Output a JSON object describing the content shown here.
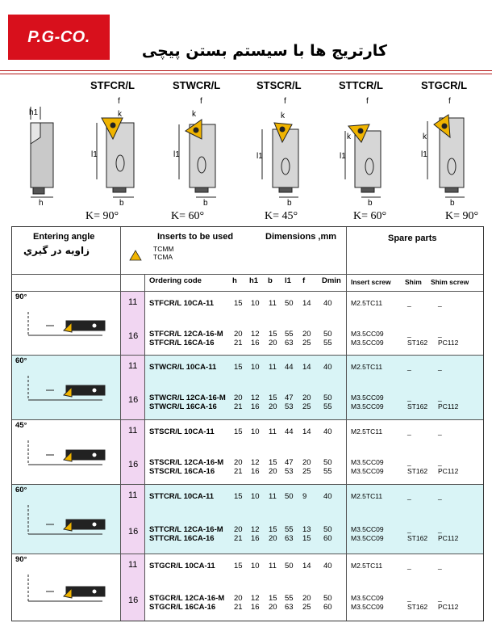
{
  "logo": "P.G-CO.",
  "title": "کارتریج ها با سیستم بستن پیچی",
  "holders": [
    {
      "name": "STFCR/L",
      "angle": "K= 90°"
    },
    {
      "name": "STWCR/L",
      "angle": "K= 60°"
    },
    {
      "name": "STSCR/L",
      "angle": "K= 45°"
    },
    {
      "name": "STTCR/L",
      "angle": "K= 60°"
    },
    {
      "name": "STGCR/L",
      "angle": "K= 90°"
    }
  ],
  "dim_labels": {
    "h1": "h1",
    "h": "h",
    "b": "b",
    "f": "f",
    "k": "k",
    "l1": "l1"
  },
  "table": {
    "entering_angle": "Entering angle",
    "entering_angle_fa": "زاويه در گيري",
    "inserts_label": "Inserts to be used",
    "insert_types": [
      "TCMM",
      "TCMA"
    ],
    "dimensions_label": "Dimensions ,mm",
    "spare_label": "Spare parts",
    "headers": {
      "code": "Ordering code",
      "h": "h",
      "h1": "h1",
      "b": "b",
      "l1": "l1",
      "f": "f",
      "dmin": "Dmin",
      "screw": "Insert screw",
      "shim": "Shim",
      "shim_screw": "Shim screw"
    },
    "groups": [
      {
        "angle": "90°",
        "rows": [
          {
            "size": "11",
            "codes": [
              "STFCR/L  10CA-11"
            ],
            "h": [
              "15"
            ],
            "h1": [
              "10"
            ],
            "b": [
              "11"
            ],
            "l1": [
              "50"
            ],
            "f": [
              "14"
            ],
            "dmin": [
              "40"
            ],
            "screw": [
              "M2.5TC11"
            ],
            "shim": [
              "_"
            ],
            "shim_screw": [
              "_"
            ]
          },
          {
            "size": "16",
            "codes": [
              "STFCR/L  12CA-16-M",
              "STFCR/L  16CA-16"
            ],
            "h": [
              "20",
              "21"
            ],
            "h1": [
              "12",
              "16"
            ],
            "b": [
              "15",
              "20"
            ],
            "l1": [
              "55",
              "63"
            ],
            "f": [
              "20",
              "25"
            ],
            "dmin": [
              "50",
              "55"
            ],
            "screw": [
              "M3.5CC09",
              "M3.5CC09"
            ],
            "shim": [
              "_",
              "ST162"
            ],
            "shim_screw": [
              "_",
              "PC112"
            ]
          }
        ]
      },
      {
        "angle": "60°",
        "rows": [
          {
            "size": "11",
            "codes": [
              "STWCR/L  10CA-11"
            ],
            "h": [
              "15"
            ],
            "h1": [
              "10"
            ],
            "b": [
              "11"
            ],
            "l1": [
              "44"
            ],
            "f": [
              "14"
            ],
            "dmin": [
              "40"
            ],
            "screw": [
              "M2.5TC11"
            ],
            "shim": [
              "_"
            ],
            "shim_screw": [
              "_"
            ]
          },
          {
            "size": "16",
            "codes": [
              "STWCR/L  12CA-16-M",
              "STWCR/L  16CA-16"
            ],
            "h": [
              "20",
              "21"
            ],
            "h1": [
              "12",
              "16"
            ],
            "b": [
              "15",
              "20"
            ],
            "l1": [
              "47",
              "53"
            ],
            "f": [
              "20",
              "25"
            ],
            "dmin": [
              "50",
              "55"
            ],
            "screw": [
              "M3.5CC09",
              "M3.5CC09"
            ],
            "shim": [
              "_",
              "ST162"
            ],
            "shim_screw": [
              "_",
              "PC112"
            ]
          }
        ]
      },
      {
        "angle": "45°",
        "rows": [
          {
            "size": "11",
            "codes": [
              "STSCR/L  10CA-11"
            ],
            "h": [
              "15"
            ],
            "h1": [
              "10"
            ],
            "b": [
              "11"
            ],
            "l1": [
              "44"
            ],
            "f": [
              "14"
            ],
            "dmin": [
              "40"
            ],
            "screw": [
              "M2.5TC11"
            ],
            "shim": [
              "_"
            ],
            "shim_screw": [
              "_"
            ]
          },
          {
            "size": "16",
            "codes": [
              "STSCR/L  12CA-16-M",
              "STSCR/L  16CA-16"
            ],
            "h": [
              "20",
              "21"
            ],
            "h1": [
              "12",
              "16"
            ],
            "b": [
              "15",
              "20"
            ],
            "l1": [
              "47",
              "53"
            ],
            "f": [
              "20",
              "25"
            ],
            "dmin": [
              "50",
              "55"
            ],
            "screw": [
              "M3.5CC09",
              "M3.5CC09"
            ],
            "shim": [
              "_",
              "ST162"
            ],
            "shim_screw": [
              "_",
              "PC112"
            ]
          }
        ]
      },
      {
        "angle": "60°",
        "rows": [
          {
            "size": "11",
            "codes": [
              "STTCR/L  10CA-11"
            ],
            "h": [
              "15"
            ],
            "h1": [
              "10"
            ],
            "b": [
              "11"
            ],
            "l1": [
              "50"
            ],
            "f": [
              "9"
            ],
            "dmin": [
              "40"
            ],
            "screw": [
              "M2.5TC11"
            ],
            "shim": [
              "_"
            ],
            "shim_screw": [
              "_"
            ]
          },
          {
            "size": "16",
            "codes": [
              "STTCR/L  12CA-16-M",
              "STTCR/L  16CA-16"
            ],
            "h": [
              "20",
              "21"
            ],
            "h1": [
              "12",
              "16"
            ],
            "b": [
              "15",
              "20"
            ],
            "l1": [
              "55",
              "63"
            ],
            "f": [
              "13",
              "15"
            ],
            "dmin": [
              "50",
              "60"
            ],
            "screw": [
              "M3.5CC09",
              "M3.5CC09"
            ],
            "shim": [
              "_",
              "ST162"
            ],
            "shim_screw": [
              "_",
              "PC112"
            ]
          }
        ]
      },
      {
        "angle": "90°",
        "rows": [
          {
            "size": "11",
            "codes": [
              "STGCR/L  10CA-11"
            ],
            "h": [
              "15"
            ],
            "h1": [
              "10"
            ],
            "b": [
              "11"
            ],
            "l1": [
              "50"
            ],
            "f": [
              "14"
            ],
            "dmin": [
              "40"
            ],
            "screw": [
              "M2.5TC11"
            ],
            "shim": [
              "_"
            ],
            "shim_screw": [
              "_"
            ]
          },
          {
            "size": "16",
            "codes": [
              "STGCR/L  12CA-16-M",
              "STGCR/L  16CA-16"
            ],
            "h": [
              "20",
              "21"
            ],
            "h1": [
              "12",
              "16"
            ],
            "b": [
              "15",
              "20"
            ],
            "l1": [
              "55",
              "63"
            ],
            "f": [
              "20",
              "25"
            ],
            "dmin": [
              "50",
              "60"
            ],
            "screw": [
              "M3.5CC09",
              "M3.5CC09"
            ],
            "shim": [
              "_",
              "ST162"
            ],
            "shim_screw": [
              "_",
              "PC112"
            ]
          }
        ]
      }
    ]
  },
  "colors": {
    "brand": "#d8101c",
    "band_cyan": "#d9f4f6",
    "size_col": "#f1d6f2",
    "insert": "#f0b400"
  }
}
